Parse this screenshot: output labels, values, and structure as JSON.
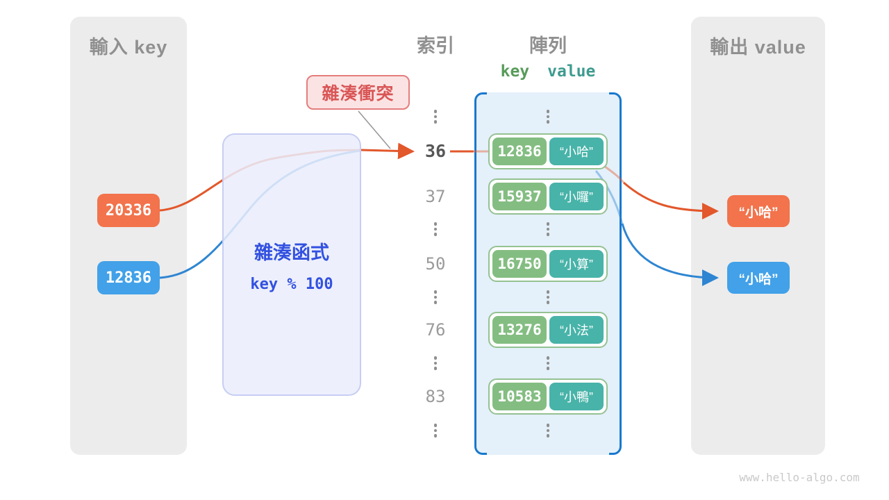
{
  "input_panel": {
    "title": "輸入 key",
    "keys": [
      {
        "value": "20336",
        "color": "orange"
      },
      {
        "value": "12836",
        "color": "blue"
      }
    ]
  },
  "hash_box": {
    "title": "雜湊函式",
    "formula": "key % 100"
  },
  "collision_label": {
    "text": "雜湊衝突"
  },
  "index_column": {
    "title": "索引",
    "items": [
      {
        "kind": "dots"
      },
      {
        "kind": "index",
        "value": "36",
        "highlight": true
      },
      {
        "kind": "index",
        "value": "37"
      },
      {
        "kind": "dots"
      },
      {
        "kind": "index",
        "value": "50"
      },
      {
        "kind": "dots"
      },
      {
        "kind": "index",
        "value": "76"
      },
      {
        "kind": "dots"
      },
      {
        "kind": "index",
        "value": "83"
      },
      {
        "kind": "dots"
      }
    ]
  },
  "array_panel": {
    "title": "陣列",
    "columns": {
      "key": "key",
      "value": "value"
    },
    "rows": [
      {
        "key": "12836",
        "value": "“小哈”"
      },
      {
        "key": "15937",
        "value": "“小囉”"
      },
      {
        "key": "16750",
        "value": "“小算”"
      },
      {
        "key": "13276",
        "value": "“小法”"
      },
      {
        "key": "10583",
        "value": "“小鴨”"
      }
    ]
  },
  "output_panel": {
    "title": "輸出 value",
    "values": [
      {
        "text": "“小哈”",
        "color": "orange"
      },
      {
        "text": "“小哈”",
        "color": "blue"
      }
    ]
  },
  "watermark": "www.hello-algo.com",
  "colors": {
    "orange": "#f2734c",
    "orange_line": "#e2572b",
    "blue": "#42a1e8",
    "blue_line": "#2e85d2",
    "green_key": "#84bd82",
    "teal_value": "#48b3a9",
    "pair_border": "#94c291",
    "array_fill": "#e4f0fa",
    "array_border": "#1878cd",
    "hash_fill": "#eaedfc",
    "hash_border": "#c7cdf3",
    "hash_text": "#3351e0",
    "label_fill": "#fbe3e3",
    "label_border": "#e57d7d",
    "label_text": "#d95656",
    "panel_gray": "#ececec",
    "header_gray": "#909090",
    "index_gray": "#9a9a9a",
    "index_dark": "#575757",
    "key_green": "#579b5a",
    "value_teal": "#3f9b8f",
    "watermark": "#c9c9c9",
    "connector_gray": "#999999"
  }
}
